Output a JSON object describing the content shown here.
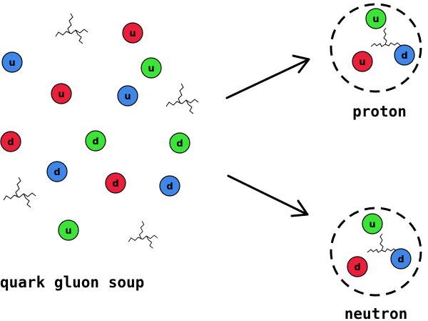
{
  "colors": {
    "red": "#e8203c",
    "green": "#3ee33a",
    "blue": "#3f86e6",
    "ink": "#000000"
  },
  "soup": {
    "caption": "quark gluon soup",
    "quarks": [
      {
        "flavor": "u",
        "color": "blue"
      },
      {
        "flavor": "u",
        "color": "red"
      },
      {
        "flavor": "u",
        "color": "green"
      },
      {
        "flavor": "u",
        "color": "red"
      },
      {
        "flavor": "u",
        "color": "blue"
      },
      {
        "flavor": "d",
        "color": "red"
      },
      {
        "flavor": "d",
        "color": "green"
      },
      {
        "flavor": "d",
        "color": "green"
      },
      {
        "flavor": "d",
        "color": "blue"
      },
      {
        "flavor": "d",
        "color": "red"
      },
      {
        "flavor": "d",
        "color": "blue"
      },
      {
        "flavor": "u",
        "color": "green"
      }
    ]
  },
  "proton": {
    "caption": "proton",
    "quarks": [
      {
        "flavor": "u",
        "color": "green"
      },
      {
        "flavor": "u",
        "color": "red"
      },
      {
        "flavor": "d",
        "color": "blue"
      }
    ]
  },
  "neutron": {
    "caption": "neutron",
    "quarks": [
      {
        "flavor": "u",
        "color": "green"
      },
      {
        "flavor": "d",
        "color": "red"
      },
      {
        "flavor": "d",
        "color": "blue"
      }
    ]
  }
}
